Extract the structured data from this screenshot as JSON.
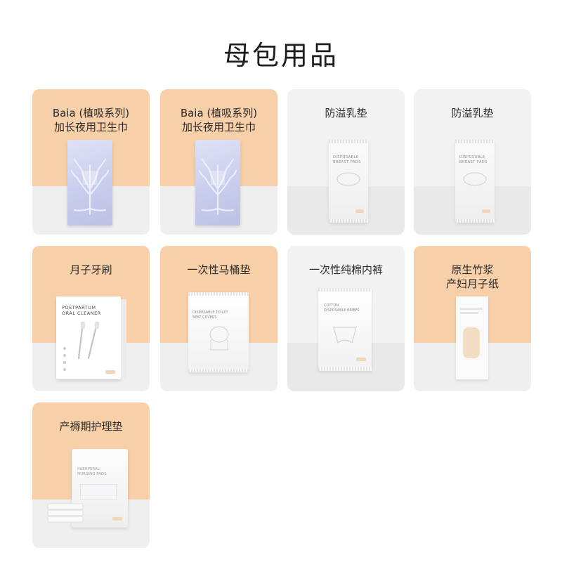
{
  "page": {
    "title": "母包用品"
  },
  "cards": [
    {
      "label_lines": [
        "Baia (植吸系列)",
        "加长夜用卫生巾"
      ]
    },
    {
      "label_lines": [
        "Baia (植吸系列)",
        "加长夜用卫生巾"
      ]
    },
    {
      "label_lines": [
        "防溢乳垫"
      ]
    },
    {
      "label_lines": [
        "防溢乳垫"
      ]
    },
    {
      "label_lines": [
        "月子牙刷"
      ]
    },
    {
      "label_lines": [
        "一次性马桶垫"
      ]
    },
    {
      "label_lines": [
        "一次性纯棉内裤"
      ]
    },
    {
      "label_lines": [
        "原生竹浆",
        "产妇月子纸"
      ]
    },
    {
      "label_lines": [
        "产褥期护理垫"
      ]
    }
  ],
  "packaging": {
    "breast_pads": [
      "DISPOSABLE",
      "BREAST PADS"
    ],
    "oral_cleaner": [
      "POSTPARTUM",
      "ORAL CLEANER"
    ],
    "toilet_seat": [
      "DISPOSABLE TOILET",
      "SEAT COVERS"
    ],
    "briefs": [
      "COTTON",
      "DISPOSABLE BRIEFS"
    ],
    "nursing_pads": [
      "PUERPERAL",
      "NURSING PADS"
    ]
  },
  "colors": {
    "card_accent": "#f7cfa9",
    "card_gray": "#f2f2f2",
    "card_bottom": "#efefef",
    "bag_blue": "#c8cdec"
  }
}
